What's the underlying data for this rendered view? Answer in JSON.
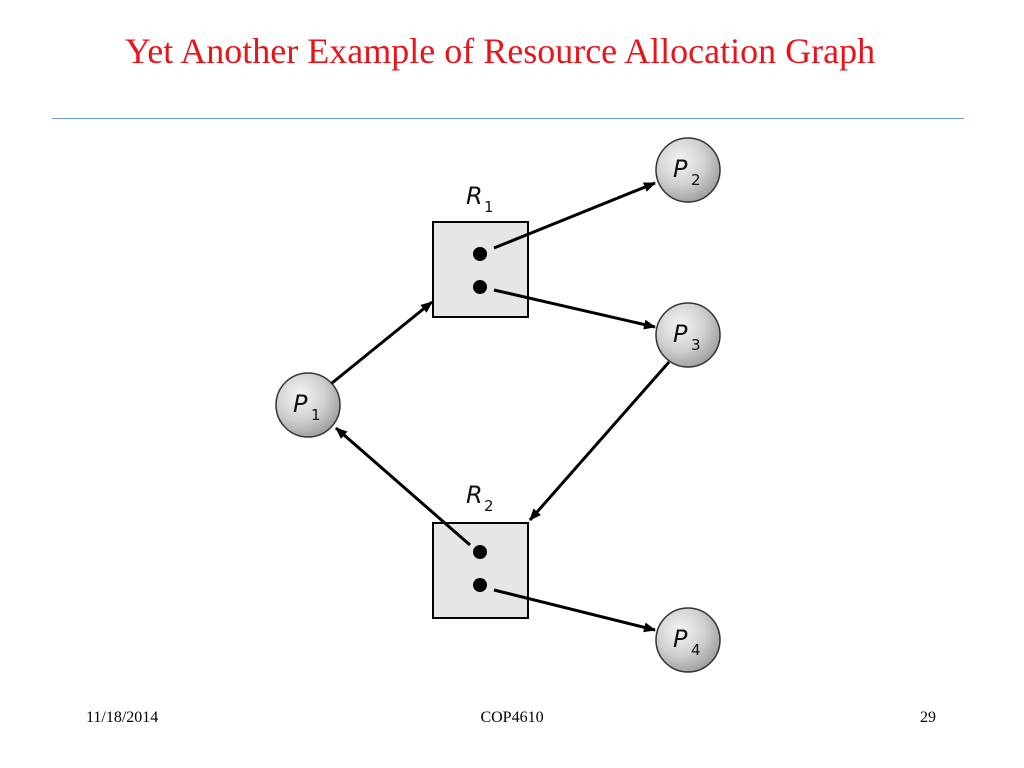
{
  "slide": {
    "title": "Yet Another Example of Resource Allocation Graph",
    "footer": {
      "date": "11/18/2014",
      "course": "COP4610",
      "page": "29"
    }
  },
  "graph": {
    "processes": [
      {
        "id": "P1",
        "letter": "P",
        "sub": "1"
      },
      {
        "id": "P2",
        "letter": "P",
        "sub": "2"
      },
      {
        "id": "P3",
        "letter": "P",
        "sub": "3"
      },
      {
        "id": "P4",
        "letter": "P",
        "sub": "4"
      }
    ],
    "resources": [
      {
        "id": "R1",
        "letter": "R",
        "sub": "1",
        "instances": 2
      },
      {
        "id": "R2",
        "letter": "R",
        "sub": "2",
        "instances": 2
      }
    ],
    "edges": [
      {
        "from": "R1",
        "to": "P2",
        "type": "assignment"
      },
      {
        "from": "R1",
        "to": "P3",
        "type": "assignment"
      },
      {
        "from": "P1",
        "to": "R1",
        "type": "request"
      },
      {
        "from": "P3",
        "to": "R2",
        "type": "request"
      },
      {
        "from": "R2",
        "to": "P1",
        "type": "assignment"
      },
      {
        "from": "R2",
        "to": "P4",
        "type": "assignment"
      }
    ],
    "colors": {
      "node_fill": "#d2d2d2",
      "resource_fill": "#e6e6e6",
      "stroke": "#000000"
    }
  }
}
